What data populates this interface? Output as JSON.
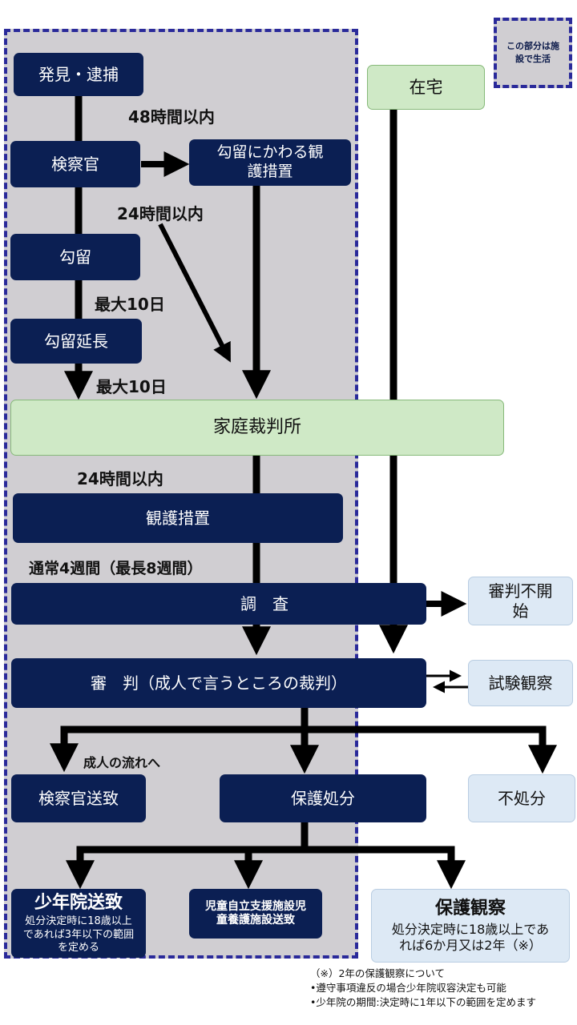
{
  "legend": "この部分は施設で生活",
  "nodes": {
    "arrest": "発見・逮捕",
    "prosecutor": "検察官",
    "alt_detention": "勾留にかわる観護措置",
    "detention": "勾留",
    "detention_ext": "勾留延長",
    "at_home": "在宅",
    "family_court": "家庭裁判所",
    "observation": "観護措置",
    "investigation": "調　査",
    "no_hearing": "審判不開始",
    "hearing": "審　判（成人で言うところの裁判）",
    "probation_test": "試験観察",
    "refer_prosecutor": "検察官送致",
    "protective": "保護処分",
    "no_disposition": "不処分",
    "juvenile_training": "少年院送致",
    "juvenile_training_note": "処分決定時に18歳以上であれば3年以下の範囲を定める",
    "child_facility": "児童自立支援施設児童養護施設送致",
    "probation": "保護観察",
    "probation_note": "処分決定時に18歳以上であれば6か月又は2年（※）"
  },
  "labels": {
    "h48": "48時間以内",
    "h24a": "24時間以内",
    "max10a": "最大10日",
    "max10b": "最大10日",
    "h24b": "24時間以内",
    "weeks": "通常4週間（最長8週間）",
    "adult_flow": "成人の流れへ"
  },
  "notes": [
    "（※）2年の保護観察について",
    "•遵守事項違反の場合少年院収容決定も可能",
    "•少年院の期間:決定時に1年以下の範囲を定めます"
  ]
}
